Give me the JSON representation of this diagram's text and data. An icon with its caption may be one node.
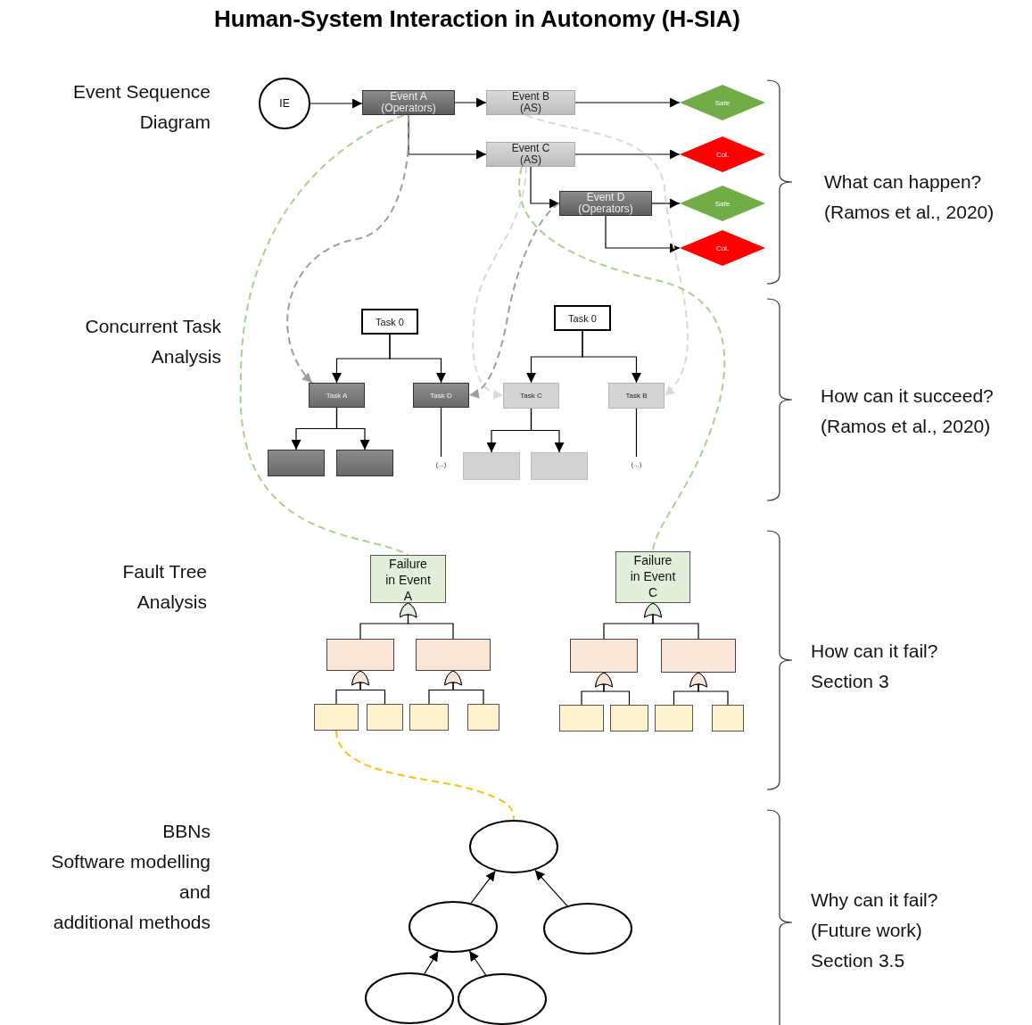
{
  "diagram": {
    "title": "Human-System Interaction in Autonomy (H-SIA)",
    "nodes": [
      {
        "text": [
          "IE"
        ]
      },
      {
        "text": [
          "Event A (Operators)"
        ]
      },
      {
        "text": [
          "Event B (AS)"
        ]
      },
      {
        "text": [
          "Event C (AS)"
        ]
      },
      {
        "text": [
          "Event D (Operators)"
        ]
      },
      {
        "text": [
          "Safe"
        ]
      },
      {
        "text": [
          "Col."
        ]
      },
      {
        "text": [
          "Safe"
        ]
      },
      {
        "text": [
          "Col."
        ]
      },
      {
        "text": [
          "Task 0"
        ]
      },
      {
        "text": [
          "Task A"
        ]
      },
      {
        "text": [
          "Task D"
        ]
      },
      {
        "text": [],
        "shape": "box"
      },
      {
        "text": [],
        "shape": "box"
      },
      {
        "text": [
          "(...)"
        ]
      },
      {
        "text": [
          "Task 0"
        ]
      },
      {
        "text": [
          "Task C"
        ]
      },
      {
        "text": [
          "Task B"
        ]
      },
      {
        "text": [],
        "shape": "box"
      },
      {
        "text": [],
        "shape": "box"
      },
      {
        "text": [
          "(...)"
        ]
      },
      {
        "text": [
          "Failure in Event A"
        ]
      },
      {
        "text": [],
        "shape": "box"
      },
      {
        "text": [],
        "shape": "box"
      },
      {
        "text": [],
        "shape": "box"
      },
      {
        "text": [],
        "shape": "box"
      },
      {
        "text": [],
        "shape": "box"
      },
      {
        "text": [],
        "shape": "box"
      },
      {
        "text": [
          "Failure in Event C"
        ]
      },
      {
        "text": [],
        "shape": "box"
      },
      {
        "text": [],
        "shape": "box"
      },
      {
        "text": [],
        "shape": "box"
      },
      {
        "text": [],
        "shape": "box"
      },
      {
        "text": [],
        "shape": "box"
      },
      {
        "text": [],
        "shape": "box"
      },
      {
        "text": [],
        "shape": "ellipse"
      },
      {
        "text": [],
        "shape": "ellipse"
      },
      {
        "text": [],
        "shape": "ellipse"
      },
      {
        "text": [],
        "shape": "ellipse"
      },
      {
        "text": [],
        "shape": "ellipse"
      }
    ],
    "edges": [
      {
        "from": 0,
        "to": 1,
        "arrow": "to"
      },
      {
        "from": 1,
        "to": 2,
        "arrow": "to"
      },
      {
        "from": 2,
        "to": 5,
        "arrow": "to"
      },
      {
        "from": 1,
        "to": 3,
        "arrow": "to"
      },
      {
        "from": 3,
        "to": 6,
        "arrow": "to"
      },
      {
        "from": 3,
        "to": 4,
        "arrow": "to"
      },
      {
        "from": 4,
        "to": 7,
        "arrow": "to"
      },
      {
        "from": 4,
        "to": 8,
        "arrow": "to"
      },
      {
        "from": 1,
        "to": 10,
        "arrow": "to",
        "style": "dashed",
        "color": "#9e9e9e"
      },
      {
        "from": 2,
        "to": 17,
        "arrow": "to",
        "style": "dashed",
        "color": "#d9d9d9"
      },
      {
        "from": 3,
        "to": 16,
        "arrow": "to",
        "style": "dashed",
        "color": "#d9d9d9"
      },
      {
        "from": 4,
        "to": 11,
        "arrow": "to",
        "style": "dashed",
        "color": "#9e9e9e"
      },
      {
        "from": 1,
        "to": 21,
        "arrow": "none",
        "style": "dashed",
        "color": "#a9d18e"
      },
      {
        "from": 3,
        "to": 28,
        "arrow": "none",
        "style": "dashed",
        "color": "#a9d18e"
      },
      {
        "from": 9,
        "to": 10,
        "arrow": "to"
      },
      {
        "from": 9,
        "to": 11,
        "arrow": "to"
      },
      {
        "from": 10,
        "to": 12,
        "arrow": "to"
      },
      {
        "from": 10,
        "to": 13,
        "arrow": "to"
      },
      {
        "from": 11,
        "to": 14,
        "arrow": "none"
      },
      {
        "from": 15,
        "to": 16,
        "arrow": "to"
      },
      {
        "from": 15,
        "to": 17,
        "arrow": "to"
      },
      {
        "from": 16,
        "to": 18,
        "arrow": "to"
      },
      {
        "from": 16,
        "to": 19,
        "arrow": "to"
      },
      {
        "from": 17,
        "to": 20,
        "arrow": "none"
      },
      {
        "from": 22,
        "to": 21,
        "arrow": "other"
      },
      {
        "from": 23,
        "to": 21,
        "arrow": "other"
      },
      {
        "from": 24,
        "to": 22,
        "arrow": "other"
      },
      {
        "from": 25,
        "to": 22,
        "arrow": "other"
      },
      {
        "from": 26,
        "to": 23,
        "arrow": "other"
      },
      {
        "from": 27,
        "to": 23,
        "arrow": "other"
      },
      {
        "from": 29,
        "to": 28,
        "arrow": "other"
      },
      {
        "from": 30,
        "to": 28,
        "arrow": "other"
      },
      {
        "from": 31,
        "to": 29,
        "arrow": "other"
      },
      {
        "from": 32,
        "to": 29,
        "arrow": "other"
      },
      {
        "from": 33,
        "to": 30,
        "arrow": "other"
      },
      {
        "from": 34,
        "to": 30,
        "arrow": "other"
      },
      {
        "from": 24,
        "to": 35,
        "arrow": "none",
        "style": "dashed",
        "color": "#ffc000"
      },
      {
        "from": 36,
        "to": 35,
        "arrow": "to"
      },
      {
        "from": 37,
        "to": 35,
        "arrow": "to"
      },
      {
        "from": 38,
        "to": 36,
        "arrow": "to"
      },
      {
        "from": 39,
        "to": 36,
        "arrow": "to"
      }
    ],
    "labels": [
      "Event Sequence Diagram",
      "What can happen?",
      "(Ramos et al., 2020)",
      "Concurrent Task Analysis",
      "How can it succeed?",
      "(Ramos et al., 2020)",
      "Fault Tree Analysis",
      "How can it fail?",
      "Section 3",
      "BBNs",
      "Software modelling",
      "and",
      "additional methods",
      "Why can it fail?",
      "(Future work)",
      "Section 3.5"
    ]
  }
}
